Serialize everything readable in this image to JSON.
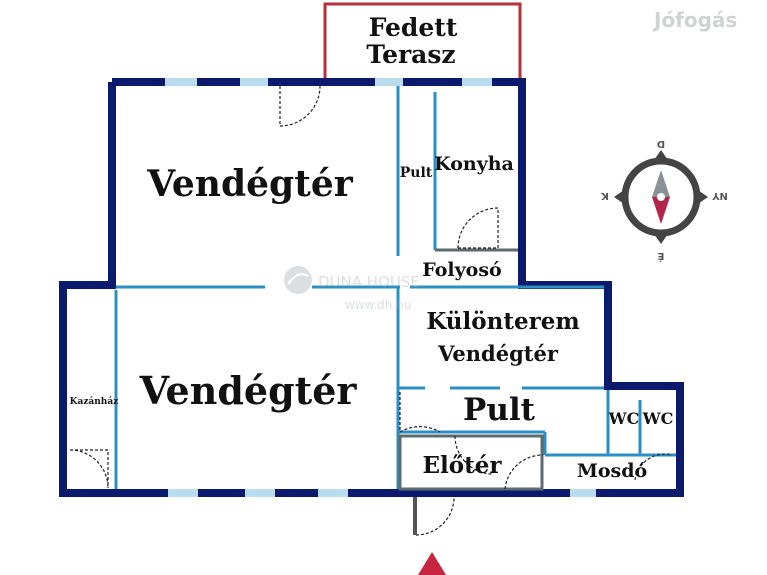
{
  "watermark": {
    "site": "Jófogás",
    "agency": "DUNA HOUSE",
    "url": "www.dh.hu"
  },
  "rooms": {
    "terrace_line1": "Fedett",
    "terrace_line2": "Terasz",
    "dining_upper": "Vendégtér",
    "counter_small": "Pult",
    "kitchen": "Konyha",
    "corridor": "Folyosó",
    "private_room_line1": "Különterem",
    "private_room_line2": "Vendégtér",
    "dining_lower": "Vendégtér",
    "boiler": "Kazánház",
    "counter": "Pult",
    "wc1": "WC",
    "wc2": "WC",
    "entrance": "Előtér",
    "washroom": "Mosdó"
  },
  "compass": {
    "north": "É",
    "south": "D",
    "east": "K",
    "west": "NY"
  },
  "colors": {
    "outer_wall": "#0c1a6e",
    "inner_wall": "#2b8fc4",
    "terrace": "#b5303a",
    "window": "#b9dcee",
    "label": "#111111"
  }
}
